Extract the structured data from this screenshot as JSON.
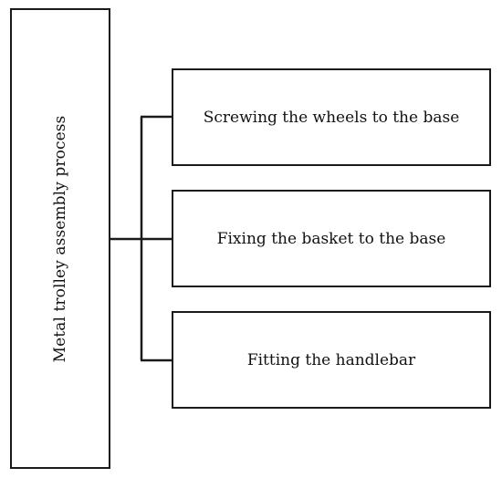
{
  "diagram": {
    "root_label": "Metal trolley assembly process",
    "steps": [
      {
        "label": "Screwing the wheels to the base"
      },
      {
        "label": "Fixing the basket to the base"
      },
      {
        "label": "Fitting the handlebar"
      }
    ]
  }
}
